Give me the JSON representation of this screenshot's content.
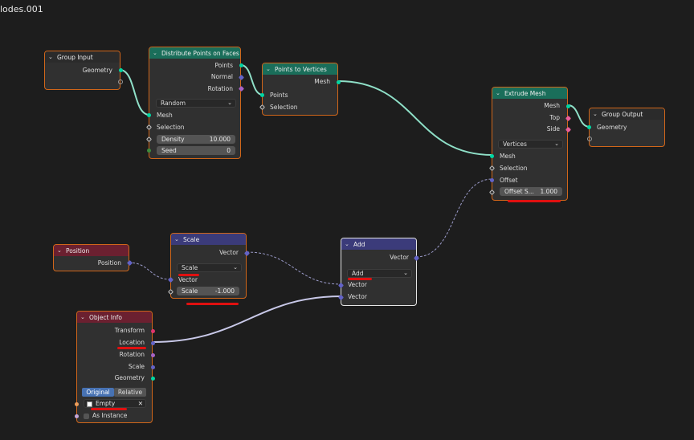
{
  "tree_title": "lodes.001",
  "colors": {
    "node_border": "#d0661a",
    "selected_border": "#e6e6e6",
    "geometry_wire": "#8fe0c8",
    "vector_wire": "#9a9ac8",
    "annotation": "#e01010"
  },
  "group_input": {
    "title": "Group Input",
    "geometry": "Geometry"
  },
  "distribute": {
    "title": "Distribute Points on Faces",
    "points": "Points",
    "normal": "Normal",
    "rotation": "Rotation",
    "mode": "Random",
    "mesh": "Mesh",
    "selection": "Selection",
    "density_label": "Density",
    "density_value": "10.000",
    "seed_label": "Seed",
    "seed_value": "0"
  },
  "points_to_vertices": {
    "title": "Points to Vertices",
    "mesh": "Mesh",
    "points": "Points",
    "selection": "Selection"
  },
  "extrude": {
    "title": "Extrude Mesh",
    "mesh_out": "Mesh",
    "top": "Top",
    "side": "Side",
    "mode": "Vertices",
    "mesh_in": "Mesh",
    "selection": "Selection",
    "offset": "Offset",
    "offset_scale_label": "Offset S...",
    "offset_scale_value": "1.000"
  },
  "group_output": {
    "title": "Group Output",
    "geometry": "Geometry"
  },
  "position": {
    "title": "Position",
    "position": "Position"
  },
  "scale": {
    "title": "Scale",
    "vector_out": "Vector",
    "mode": "Scale",
    "vector_in": "Vector",
    "scale_label": "Scale",
    "scale_value": "-1.000"
  },
  "add": {
    "title": "Add",
    "vector_out": "Vector",
    "mode": "Add",
    "vector_a": "Vector",
    "vector_b": "Vector"
  },
  "object_info": {
    "title": "Object Info",
    "transform": "Transform",
    "location": "Location",
    "rotation": "Rotation",
    "scale": "Scale",
    "geometry": "Geometry",
    "original": "Original",
    "relative": "Relative",
    "object": "Empty",
    "clear": "✕",
    "as_instance": "As Instance"
  }
}
